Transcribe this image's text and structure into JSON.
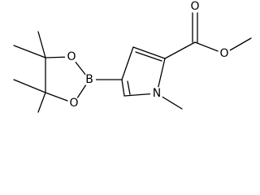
{
  "molecule": {
    "atoms": {
      "boron": "B",
      "oxygen_ring_top": "O",
      "oxygen_ring_bottom": "O",
      "nitrogen": "N",
      "oxygen_carbonyl": "O",
      "oxygen_ester": "O"
    }
  },
  "colors": {
    "bond": "#000000",
    "background": "#ffffff"
  }
}
